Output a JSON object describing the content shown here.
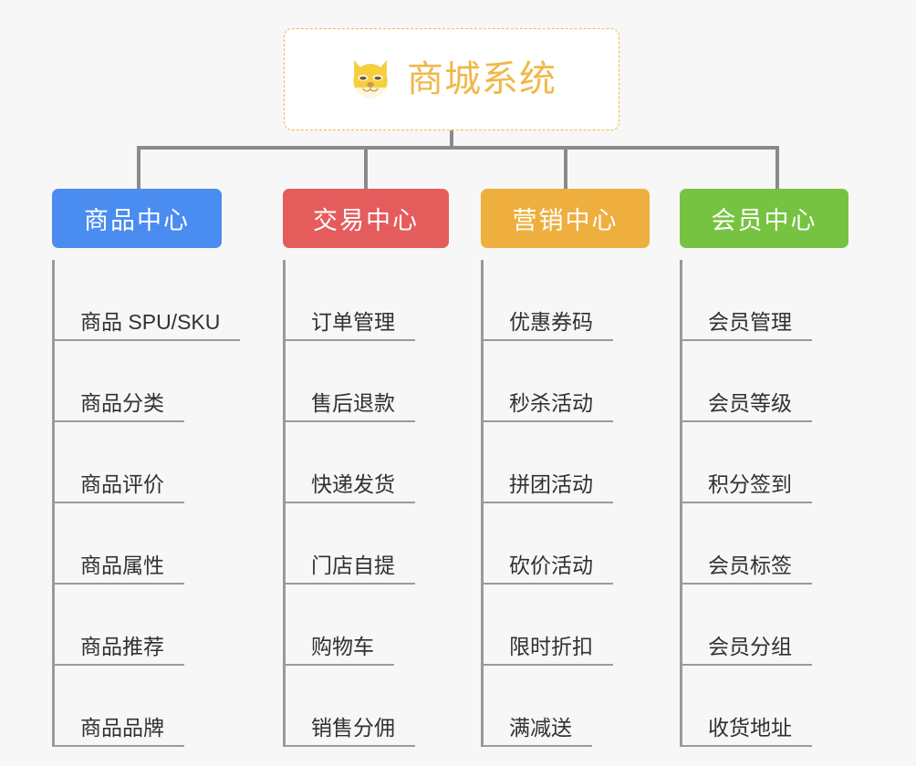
{
  "page": {
    "background_color": "#f7f7f7",
    "type": "org-chart"
  },
  "root": {
    "title": "商城系统",
    "icon": "dog-face-icon",
    "border_color": "#f0b849",
    "text_color": "#f0b849",
    "background_color": "#ffffff"
  },
  "connector": {
    "color": "#8a8a8a"
  },
  "columns": [
    {
      "title": "商品中心",
      "color": "#4a8cf0",
      "items": [
        {
          "label": "商品 SPU/SKU"
        },
        {
          "label": "商品分类"
        },
        {
          "label": "商品评价"
        },
        {
          "label": "商品属性"
        },
        {
          "label": "商品推荐"
        },
        {
          "label": "商品品牌"
        }
      ]
    },
    {
      "title": "交易中心",
      "color": "#e55c5c",
      "items": [
        {
          "label": "订单管理"
        },
        {
          "label": "售后退款"
        },
        {
          "label": "快递发货"
        },
        {
          "label": "门店自提"
        },
        {
          "label": "购物车"
        },
        {
          "label": "销售分佣"
        }
      ]
    },
    {
      "title": "营销中心",
      "color": "#eeaf3f",
      "items": [
        {
          "label": "优惠券码"
        },
        {
          "label": "秒杀活动"
        },
        {
          "label": "拼团活动"
        },
        {
          "label": "砍价活动"
        },
        {
          "label": "限时折扣"
        },
        {
          "label": "满减送"
        }
      ]
    },
    {
      "title": "会员中心",
      "color": "#76c341",
      "items": [
        {
          "label": "会员管理"
        },
        {
          "label": "会员等级"
        },
        {
          "label": "积分签到"
        },
        {
          "label": "会员标签"
        },
        {
          "label": "会员分组"
        },
        {
          "label": "收货地址"
        }
      ]
    }
  ]
}
